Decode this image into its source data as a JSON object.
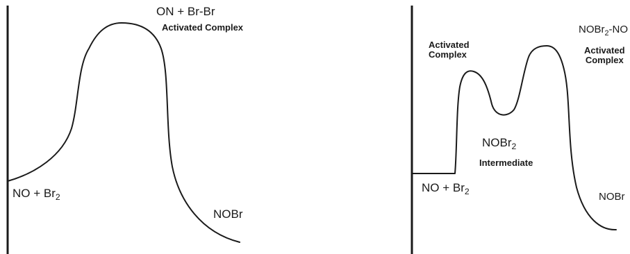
{
  "left_diagram": {
    "reactants": {
      "main": "NO + Br",
      "sub": "2"
    },
    "transition_species": "ON + Br-Br",
    "transition_caption": "Activated Complex",
    "product": "NOBr"
  },
  "right_diagram": {
    "reactants": {
      "main": "NO + Br",
      "sub": "2"
    },
    "first_caption_line1": "Activated",
    "first_caption_line2": "Complex",
    "intermediate_species": {
      "main": "NOBr",
      "sub": "2"
    },
    "intermediate_caption": "Intermediate",
    "second_species": {
      "pre": "NOBr",
      "sub": "2",
      "post": "-NO"
    },
    "second_caption_line1": "Activated",
    "second_caption_line2": "Complex",
    "product": "NOBr"
  },
  "colors": {
    "ink": "#1a1a1a",
    "background": "#ffffff"
  }
}
